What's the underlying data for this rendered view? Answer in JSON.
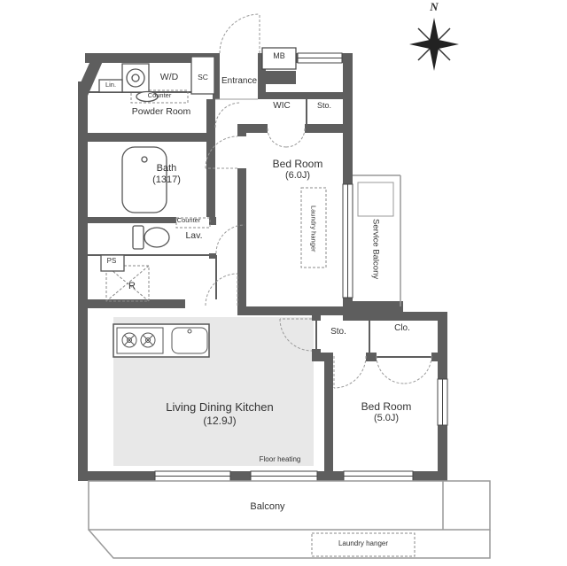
{
  "colors": {
    "wall": "#5e5e5e",
    "floor_shade": "#e8e8e8",
    "fixture_line": "#555555",
    "dash_line": "#888888",
    "text": "#333333"
  },
  "labels": {
    "compass_n": "N",
    "mb": "MB",
    "wd": "W/D",
    "sc": "SC",
    "entrance": "Entrance",
    "lin": "Lin.",
    "counter_powder": "Counter",
    "powder_room": "Powder Room",
    "wic": "WIC",
    "sto_upper": "Sto.",
    "bath_name": "Bath",
    "bath_size": "(1317)",
    "counter_lav": "Counter",
    "lav": "Lav.",
    "ps": "PS",
    "refrigerator": "R",
    "bed1_name": "Bed Room",
    "bed1_size": "(6.0J)",
    "laundry_hanger_bed": "Laundry hanger",
    "service_balcony": "Service Balcony",
    "sto_mid": "Sto.",
    "clo": "Clo.",
    "ldk_name": "Living Dining Kitchen",
    "ldk_size": "(12.9J)",
    "floor_heating": "Floor heating",
    "bed2_name": "Bed Room",
    "bed2_size": "(5.0J)",
    "balcony": "Balcony",
    "laundry_hanger_balcony": "Laundry hanger"
  }
}
